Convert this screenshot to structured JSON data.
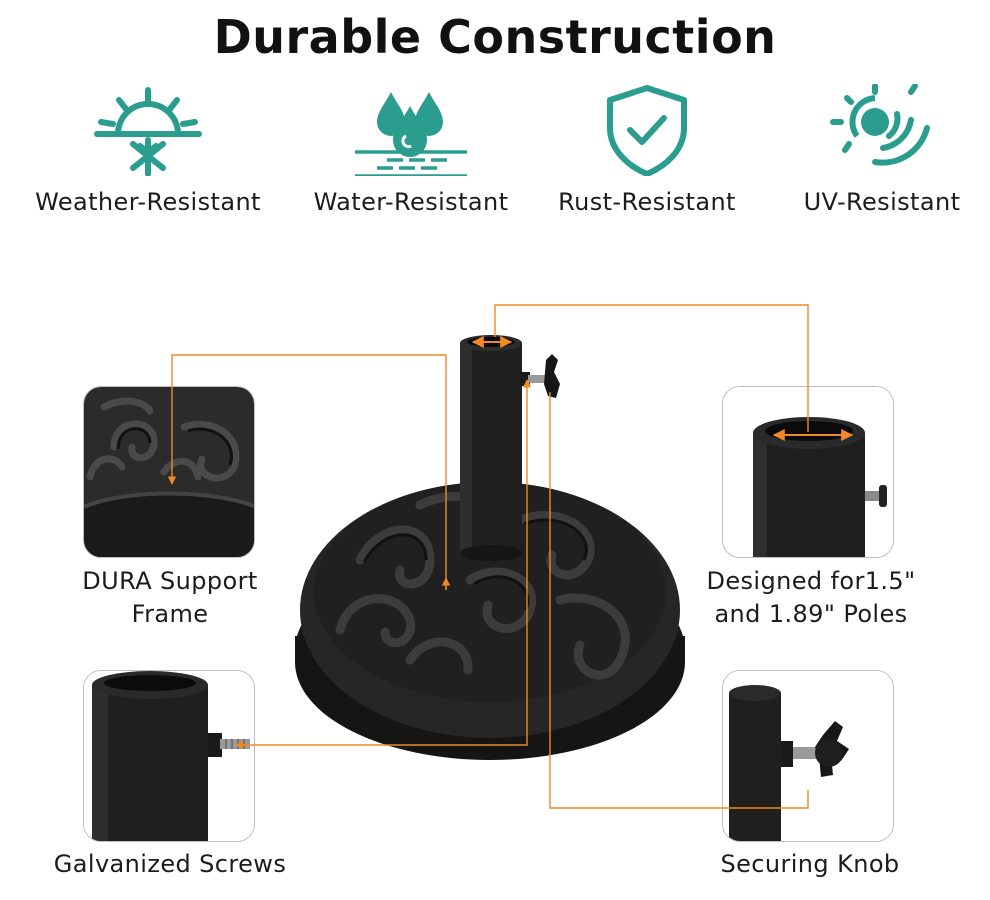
{
  "title": "Durable Construction",
  "features": [
    {
      "label": "Weather-Resistant",
      "icon": "sun-snowflake-icon"
    },
    {
      "label": "Water-Resistant",
      "icon": "water-drops-icon"
    },
    {
      "label": "Rust-Resistant",
      "icon": "shield-check-icon"
    },
    {
      "label": "UV-Resistant",
      "icon": "sun-rays-icon"
    }
  ],
  "callouts": {
    "support_frame": [
      "DURA Support",
      "Frame"
    ],
    "poles": [
      "Designed for1.5\"",
      "and 1.89\" Poles"
    ],
    "screws": "Galvanized Screws",
    "knob": "Securing Knob"
  },
  "colors": {
    "icon_teal": "#2a9d8f",
    "callout_line": "#f08a24",
    "product_black": "#1c1c1c"
  }
}
